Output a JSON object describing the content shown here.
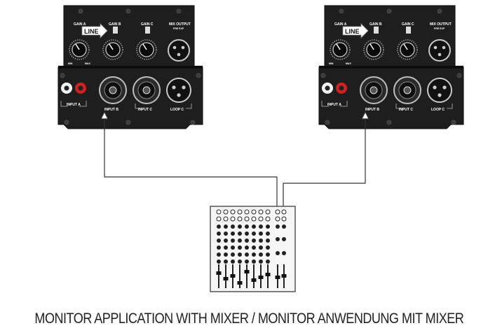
{
  "panels": [
    {
      "gain_a": "GAIN A",
      "gain_b": "GAIN B",
      "gain_c": "GAIN C",
      "mix_output": "MIX OUTPUT",
      "mix_output_sub": "PRE EXP",
      "line_badge": "LINE",
      "input_a": "INPUT A",
      "input_b": "INPUT B",
      "input_c": "INPUT C",
      "loop_c": "LOOP C",
      "min_label": "MIN",
      "max_label": "MAX"
    },
    {
      "gain_a": "GAIN A",
      "gain_b": "GAIN B",
      "gain_c": "GAIN C",
      "mix_output": "MIX OUTPUT",
      "mix_output_sub": "PRE EXP",
      "line_badge": "LINE",
      "input_a": "INPUT A",
      "input_b": "INPUT B",
      "input_c": "INPUT C",
      "loop_c": "LOOP C",
      "min_label": "MIN",
      "max_label": "MAX"
    }
  ],
  "caption": "MONITOR APPLICATION WITH MIXER / MONITOR ANWENDUNG MIT MIXER",
  "colors": {
    "panel": "#1e1e1e",
    "panel_edge": "#0a0a0a",
    "line": "#333333",
    "rca_red": "#cc2222",
    "rca_white": "#f2f2f2"
  }
}
